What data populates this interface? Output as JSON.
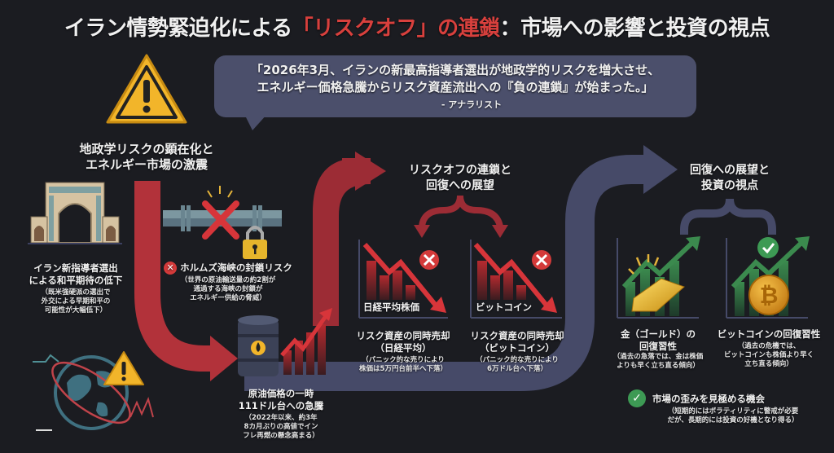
{
  "title": {
    "prefix": "イラン情勢緊迫化による",
    "accent": "「リスクオフ」の連鎖",
    "suffix": "：市場への影響と投資の視点",
    "accent_color": "#d8403d"
  },
  "quote": {
    "line1": "「2026年3月、イランの新最高指導者選出が地政学的リスクを増大させ、",
    "line2": "エネルギー価格急騰からリスク資産流出への『負の連鎖』が始まった。」",
    "source": "- アナラリスト"
  },
  "section1": {
    "icon": "warning-icon",
    "heading_line1": "地政学リスクの顕在化と",
    "heading_line2": "エネルギー市場の激震",
    "leader": {
      "icon": "mosque-gate-icon",
      "title_line1": "イラン新指導者選出",
      "title_line2": "による和平期待の低下",
      "note_line1": "（既米強硬派の選出で",
      "note_line2": "外交による早期和平の",
      "note_line3": "可能性が大幅低下）"
    },
    "hormuz": {
      "icon": "blocked-pipeline-icon",
      "title": "ホルムズ海峡の封鎖リスク",
      "note_line1": "（世界の原油輸送量の約2割が",
      "note_line2": "通過する海峡の封鎖が",
      "note_line3": "エネルギー供給の脅威）"
    },
    "globe": {
      "icon": "globe-warning-icon"
    },
    "oil": {
      "icon": "oil-barrel-icon",
      "title_line1": "原油価格の一時",
      "title_line2": "111ドル台への急騰",
      "note_line1": "（2022年以来、約3年",
      "note_line2": "8カ月ぶりの高値でイン",
      "note_line3": "フレ再燃の懸念高まる）"
    },
    "flow_color": "#b2323a"
  },
  "section2": {
    "heading_line1": "リスクオフの連鎖と",
    "heading_line2": "回復への展望",
    "cards": [
      {
        "chart_label": "日経平均株価",
        "title_line1": "リスク資産の同時売却",
        "title_line2": "（日経平均）",
        "note_line1": "（パニック的な売りにより",
        "note_line2": "株価は5万円台前半へ下落）"
      },
      {
        "chart_label": "ビットコイン",
        "title_line1": "リスク資産の同時売却",
        "title_line2": "（ビットコイン）",
        "note_line1": "（パニック的な売りにより",
        "note_line2": "6万ドル台へ下落）"
      }
    ]
  },
  "section3": {
    "heading_line1": "回復への展望と",
    "heading_line2": "投資の視点",
    "cards": [
      {
        "title_line1": "金（ゴールド）の",
        "title_line2": "回復習性",
        "note_line1": "（過去の急落では、金は株価",
        "note_line2": "よりも早く立ち直る傾向）"
      },
      {
        "title_line1": "ビットコインの回復習性",
        "title_line2": "",
        "note_line1": "（過去の危機では、",
        "note_line2": "ビットコインも株価より早く",
        "note_line3": "立ち直る傾向）"
      }
    ],
    "opportunity": {
      "title": "市場の歪みを見極める機会",
      "note_line1": "（短期的にはボラティリティに警戒が必要",
      "note_line2": "だが、長期的には投資の好機となり得る）"
    },
    "flow_color": "#464a68"
  }
}
